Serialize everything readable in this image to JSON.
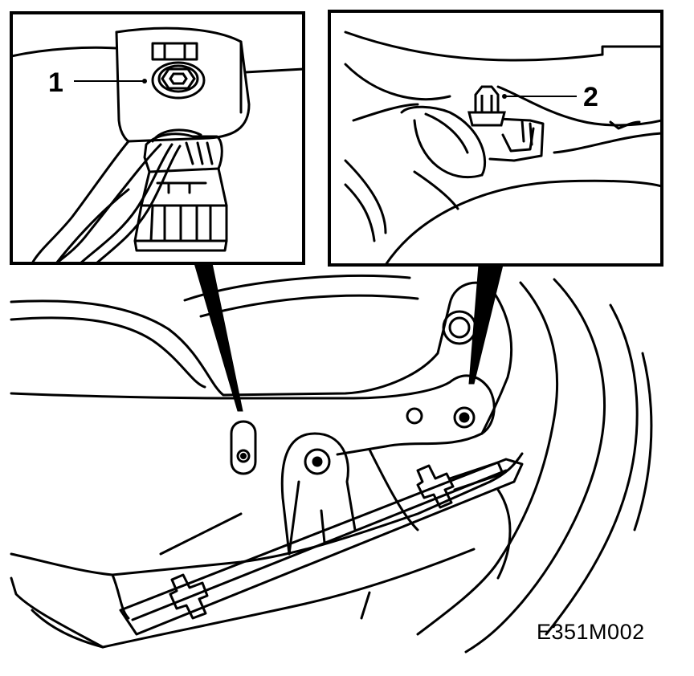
{
  "figure": {
    "callouts": [
      {
        "number": "1"
      },
      {
        "number": "2"
      }
    ],
    "figure_id": "E351M002"
  }
}
